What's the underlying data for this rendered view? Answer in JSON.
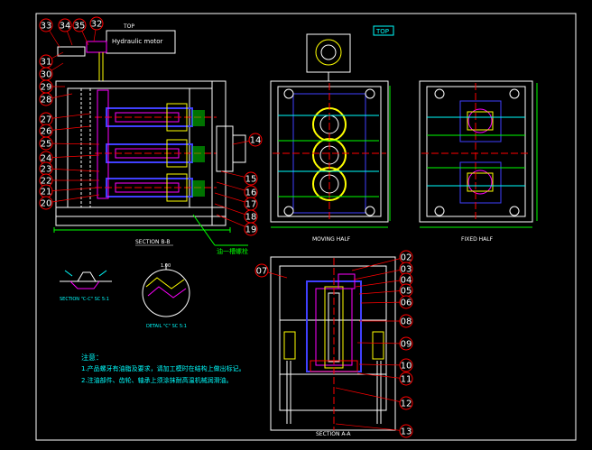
{
  "colors": {
    "background": "#000000",
    "frame": "#ffffff",
    "cyan": "#00ffff",
    "magenta": "#ff00ff",
    "yellow": "#ffff00",
    "green": "#00ff00",
    "red": "#ff0000",
    "blue": "#4040ff",
    "orange": "#ff8000"
  },
  "labels": {
    "top_badge_main": "TOP",
    "top_label_motor": "TOP",
    "motor": "Hydraulic motor",
    "section_bb": "SECTION B-B",
    "moving_half": "MOVING HALF",
    "fixed_half": "FIXED HALF",
    "section_cc": "SECTION \"C-C\" SC 5:1",
    "detail_c": "DETAIL \"C\" SC 5:1",
    "detail_c_dim": "1.00",
    "section_aa": "SECTION A-A",
    "green_callout": "油一槽螺栓",
    "notes_title": "注意：",
    "note_1": "1.产品螺牙有油脂及要求，请加工模时在结构上做出标记。",
    "note_2": "2.注油部件、齿轮、轴承上须涂抹耐高温机械润滑油。"
  },
  "balloons_left": [
    "33",
    "34",
    "35",
    "32",
    "31",
    "30",
    "29",
    "28",
    "27",
    "26",
    "25",
    "24",
    "23",
    "22",
    "21",
    "20"
  ],
  "balloons_right": [
    "14",
    "15",
    "16",
    "17",
    "18",
    "19"
  ],
  "balloons_aa_left": [
    "07"
  ],
  "balloons_aa_right": [
    "02",
    "03",
    "04",
    "05",
    "06",
    "08",
    "09",
    "10",
    "11",
    "12",
    "13"
  ]
}
